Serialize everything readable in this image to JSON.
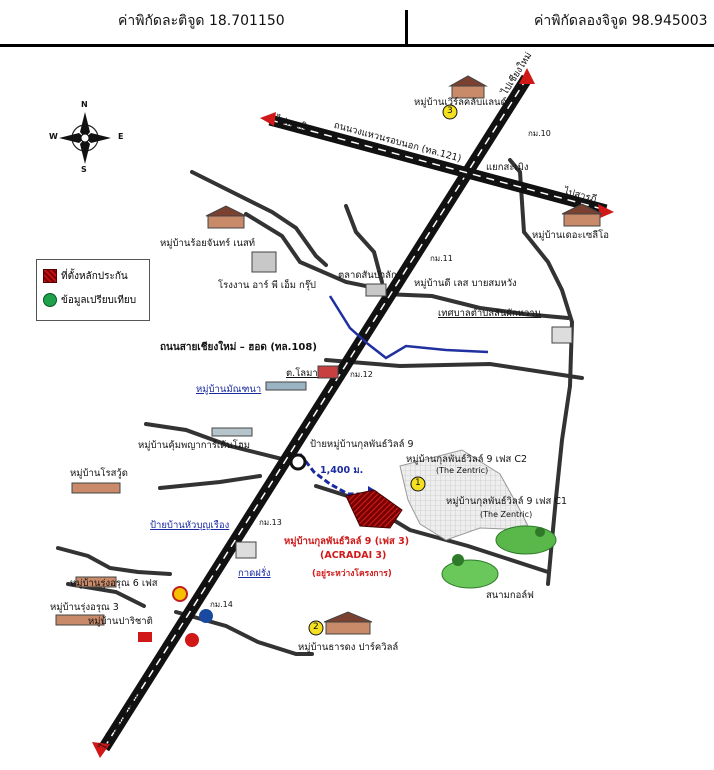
{
  "header": {
    "latitude": "ค่าพิกัดละติจูด 18.701150",
    "longitude": "ค่าพิกัดลองจิจูด 98.945003"
  },
  "compass": {
    "n": "N",
    "s": "S",
    "e": "E",
    "w": "W"
  },
  "legend": {
    "collateral": "ที่ตั้งหลักประกัน",
    "comparable": "ข้อมูลเปรียบเทียบ",
    "collateral_color": "#b01818",
    "comparable_color": "#1fa04a"
  },
  "roads": {
    "to_chiang_mai": "ไปเชียงใหม่",
    "to_chom_thong": "ไปอำเภอจอมทอง",
    "to_saraphi": "ไปสารภี",
    "to_samoeng": "ไปสะเมิง",
    "ring_road": "ถนนวงแหวนรอบนอก (ทล.121)",
    "hwy108": "ถนนสายเชียงใหม่ – ฮอด (ทล.108)",
    "samoeng_junction": "แยกสะเมิง"
  },
  "km_markers": [
    "กม.10",
    "กม.11",
    "กม.12",
    "กม.13",
    "กม.14"
  ],
  "places": {
    "world_club": "หมู่บ้านเวิร์ลคลับแลนด์",
    "royal_chan": "หมู่บ้านร้อยจันทร์ เนสท์",
    "ars_factory": "โรงงาน อาร์ พี เอ็ม กรุ๊ป",
    "sanpa_market": "ตลาดสันป่าลัก",
    "the_last": "หมู่บ้านดี เลส บายสมหวัง",
    "the_zen": "หมู่บ้านเดอะเซลีโอ",
    "tessaban": "เทศบาลตำบลสันผักหวาน",
    "t_lotus": "ต.โลมา",
    "mantana": "หมู่บ้านมัณฑนา",
    "kumphaya": "หมู่บ้านคุ้มพญาการ์เด้นโฮม",
    "kulphan_sign": "ป้ายหมู่บ้านกุลพันธ์วิลล์ 9",
    "distance": "1,400 ม.",
    "kulphan_c2": "หมู่บ้านกุลพันธ์วิลล์ 9 เฟส C2",
    "zentric_a": "(The Zentric)",
    "kulphan_c1": "หมู่บ้านกุลพันธ์วิลล์ 9 เฟส C1",
    "zentric_b": "(The Zentric)",
    "rosewood": "หมู่บ้านโรสวู้ด",
    "hua_bunrueang": "ป้ายบ้านหัวบุญเรือง",
    "kulphan_p3": "หมู่บ้านกุลพันธ์วิลล์ 9 (เฟส 3)",
    "acradai": "(ACRADAI 3)",
    "acradai_note": "(อยู่ระหว่างโครงการ)",
    "kad_farang": "กาดฝรั่ง",
    "golf": "สนามกอล์ฟ",
    "rungarun_6": "หมู่บ้านรุ่งอรุณ 6 เฟส",
    "rungarun_3": "หมู่บ้านรุ่งอรุณ 3",
    "parichat": "หมู่บ้านปาริชาติ",
    "tarathong": "หมู่บ้านธารดง ปาร์ควิลล์"
  },
  "markers": {
    "m1": "1",
    "m2": "2",
    "m3": "3"
  }
}
